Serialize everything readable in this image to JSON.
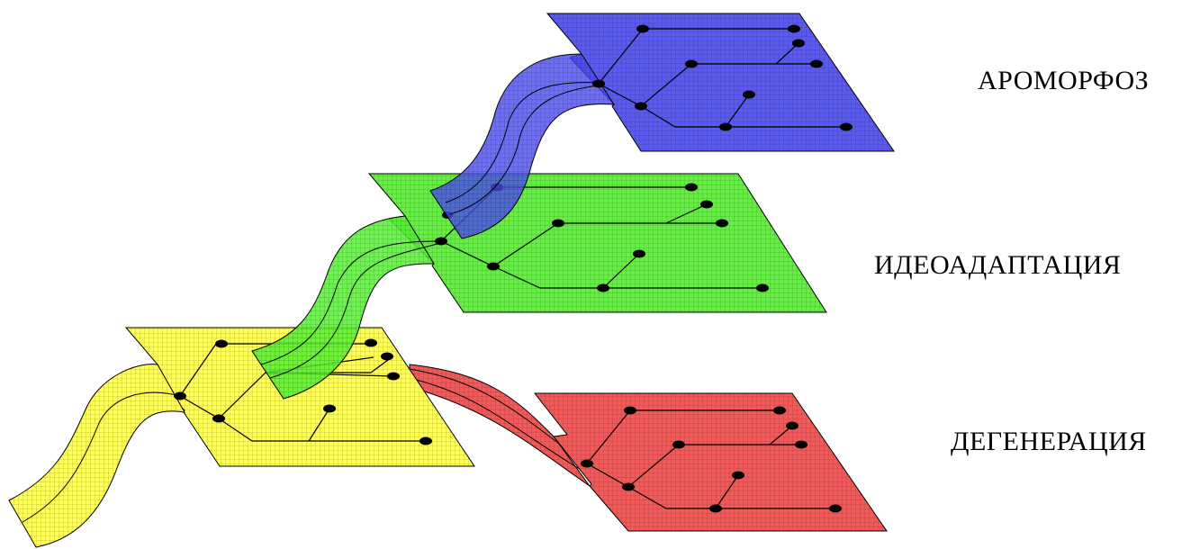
{
  "labels": {
    "aromorphosis": "АРОМОРФОЗ",
    "idioadaptation": "ИДЕОАДАПТАЦИЯ",
    "degeneration": "ДЕГЕНЕРАЦИЯ"
  },
  "colors": {
    "blue": "#5a5aee",
    "green": "#66ee44",
    "yellow": "#ffff55",
    "red": "#f25a5a",
    "grid": "#000000",
    "node": "#000000"
  }
}
